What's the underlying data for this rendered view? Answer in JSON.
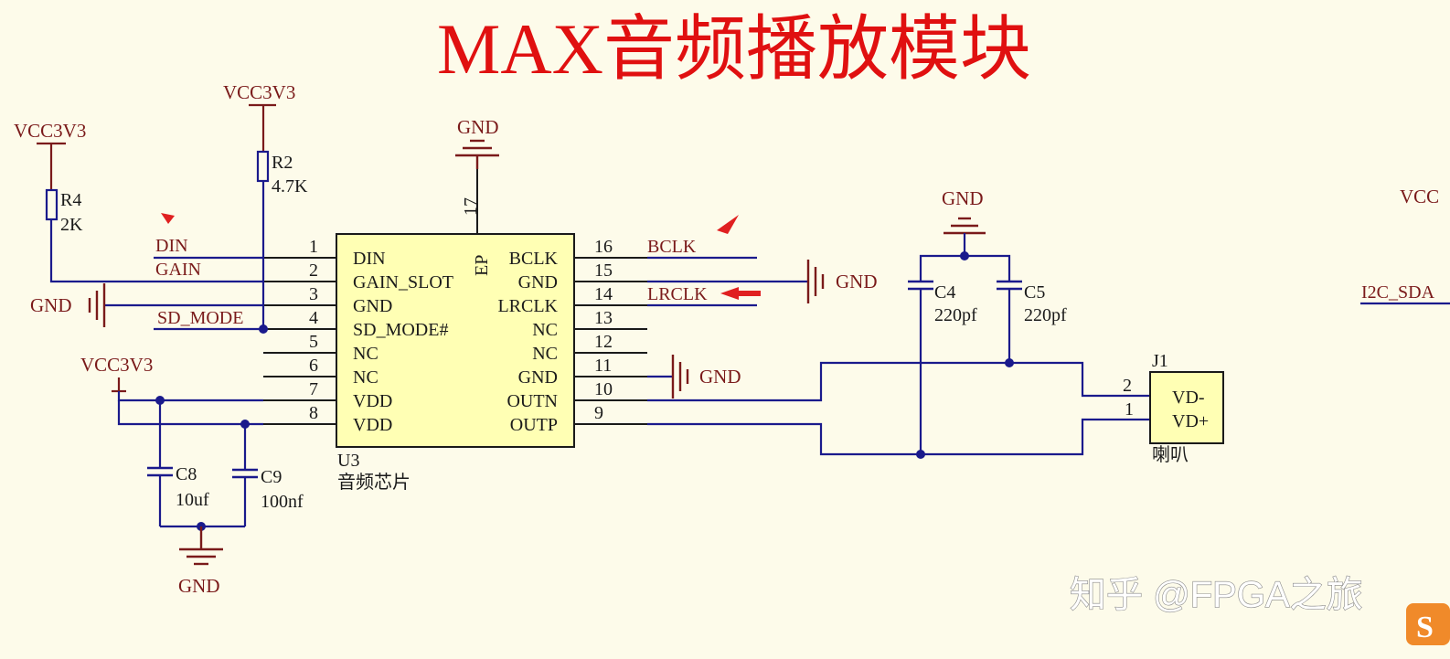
{
  "title": "MAX音频播放模块",
  "chip": {
    "designator": "U3",
    "name": "音频芯片",
    "ep_pin": {
      "num": "17",
      "name": "EP"
    },
    "left_pins": [
      {
        "num": "1",
        "name": "DIN"
      },
      {
        "num": "2",
        "name": "GAIN_SLOT"
      },
      {
        "num": "3",
        "name": "GND"
      },
      {
        "num": "4",
        "name": "SD_MODE#"
      },
      {
        "num": "5",
        "name": "NC"
      },
      {
        "num": "6",
        "name": "NC"
      },
      {
        "num": "7",
        "name": "VDD"
      },
      {
        "num": "8",
        "name": "VDD"
      }
    ],
    "right_pins": [
      {
        "num": "16",
        "name": "BCLK"
      },
      {
        "num": "15",
        "name": "GND"
      },
      {
        "num": "14",
        "name": "LRCLK"
      },
      {
        "num": "13",
        "name": "NC"
      },
      {
        "num": "12",
        "name": "NC"
      },
      {
        "num": "11",
        "name": "GND"
      },
      {
        "num": "10",
        "name": "OUTN"
      },
      {
        "num": "9",
        "name": "OUTP"
      }
    ]
  },
  "net_labels": {
    "din": "DIN",
    "gain": "GAIN",
    "sd_mode": "SD_MODE",
    "bclk": "BCLK",
    "lrclk": "LRCLK",
    "i2c_sda": "I2C_SDA"
  },
  "power": {
    "vcc": "VCC3V3",
    "vcc_cut": "VCC",
    "gnd": "GND"
  },
  "components": {
    "r4": {
      "ref": "R4",
      "value": "2K"
    },
    "r2": {
      "ref": "R2",
      "value": "4.7K"
    },
    "c8": {
      "ref": "C8",
      "value": "10uf"
    },
    "c9": {
      "ref": "C9",
      "value": "100nf"
    },
    "c4": {
      "ref": "C4",
      "value": "220pf"
    },
    "c5": {
      "ref": "C5",
      "value": "220pf"
    }
  },
  "speaker": {
    "ref": "J1",
    "name": "喇叭",
    "pin2": "2",
    "pin1": "1",
    "label_neg": "VD-",
    "label_pos": "VD+"
  },
  "watermark": "知乎 @FPGA之旅",
  "colors": {
    "background": "#fdfbea",
    "wire": "#1a1a8c",
    "power": "#7a1a1a",
    "chip_fill": "#ffffb4",
    "title": "#e01010",
    "arrow": "#e02020"
  }
}
